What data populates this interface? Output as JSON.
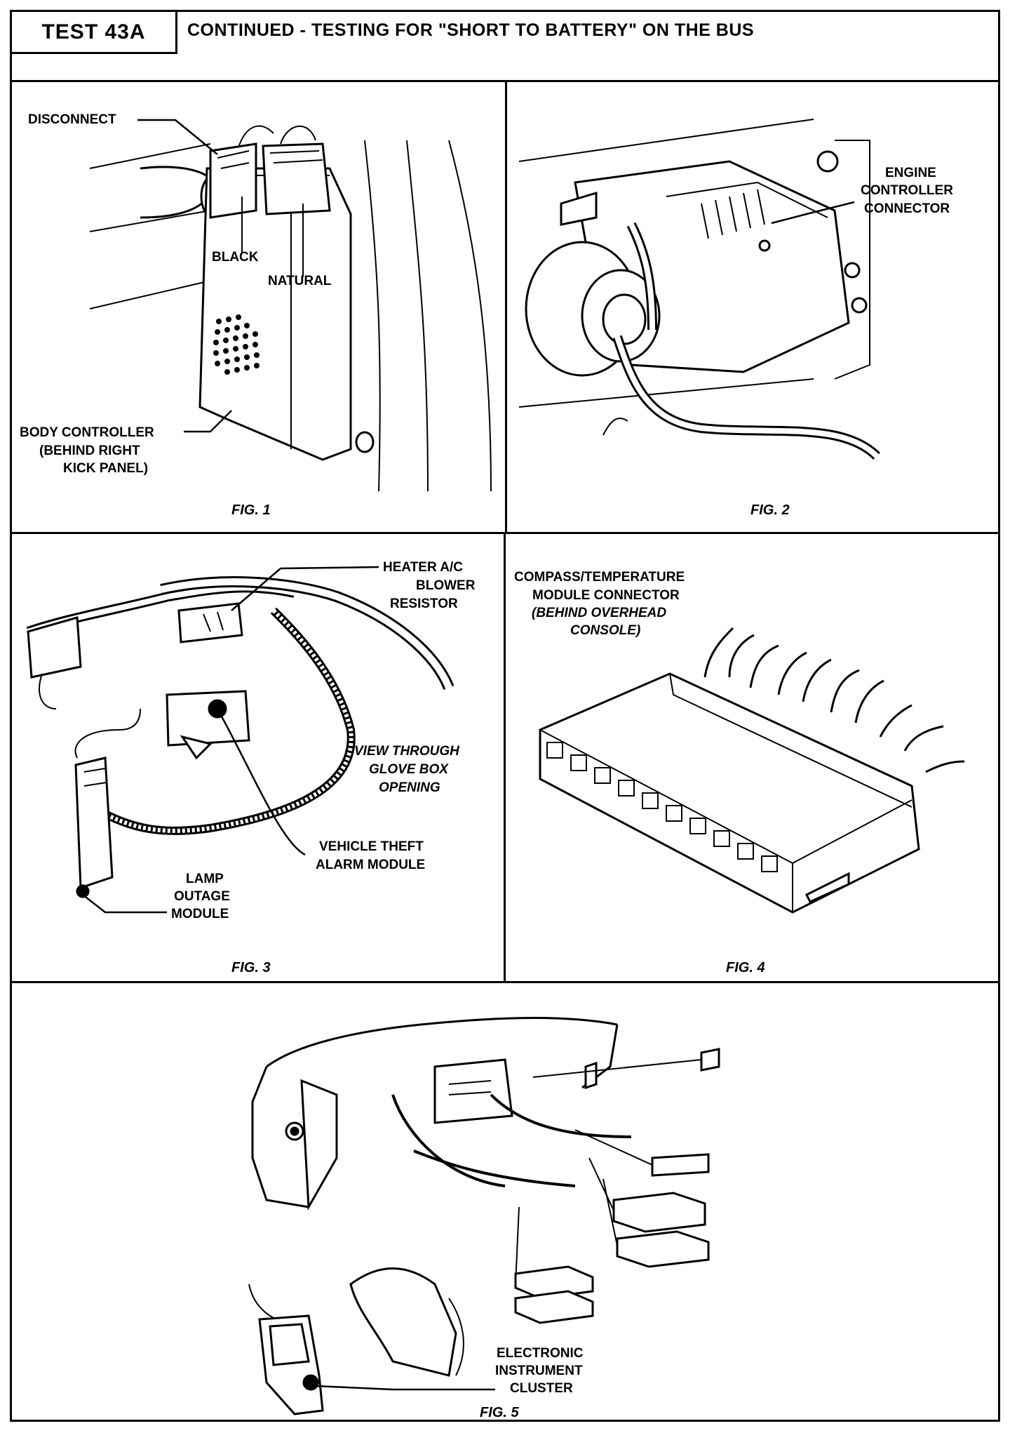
{
  "header": {
    "test_id": "TEST 43A",
    "title": "CONTINUED - TESTING FOR \"SHORT TO BATTERY\" ON THE BUS"
  },
  "fig1": {
    "caption": "FIG. 1",
    "labels": {
      "disconnect": "DISCONNECT",
      "black": "BLACK",
      "natural": "NATURAL",
      "body_controller_1": "BODY CONTROLLER",
      "body_controller_2": "(BEHIND RIGHT",
      "body_controller_3": "KICK PANEL)"
    }
  },
  "fig2": {
    "caption": "FIG. 2",
    "labels": {
      "line1": "ENGINE",
      "line2": "CONTROLLER",
      "line3": "CONNECTOR"
    }
  },
  "fig3": {
    "caption": "FIG. 3",
    "labels": {
      "heater_1": "HEATER A/C",
      "heater_2": "BLOWER",
      "heater_3": "RESISTOR",
      "view_1": "VIEW THROUGH",
      "view_2": "GLOVE BOX",
      "view_3": "OPENING",
      "theft_1": "VEHICLE THEFT",
      "theft_2": "ALARM MODULE",
      "lamp_1": "LAMP",
      "lamp_2": "OUTAGE",
      "lamp_3": "MODULE"
    }
  },
  "fig4": {
    "caption": "FIG. 4",
    "labels": {
      "line1": "COMPASS/TEMPERATURE",
      "line2": "MODULE CONNECTOR",
      "line3": "(BEHIND OVERHEAD",
      "line4": "CONSOLE)"
    }
  },
  "fig5": {
    "caption": "FIG. 5",
    "labels": {
      "line1": "ELECTRONIC",
      "line2": "INSTRUMENT",
      "line3": "CLUSTER"
    }
  }
}
